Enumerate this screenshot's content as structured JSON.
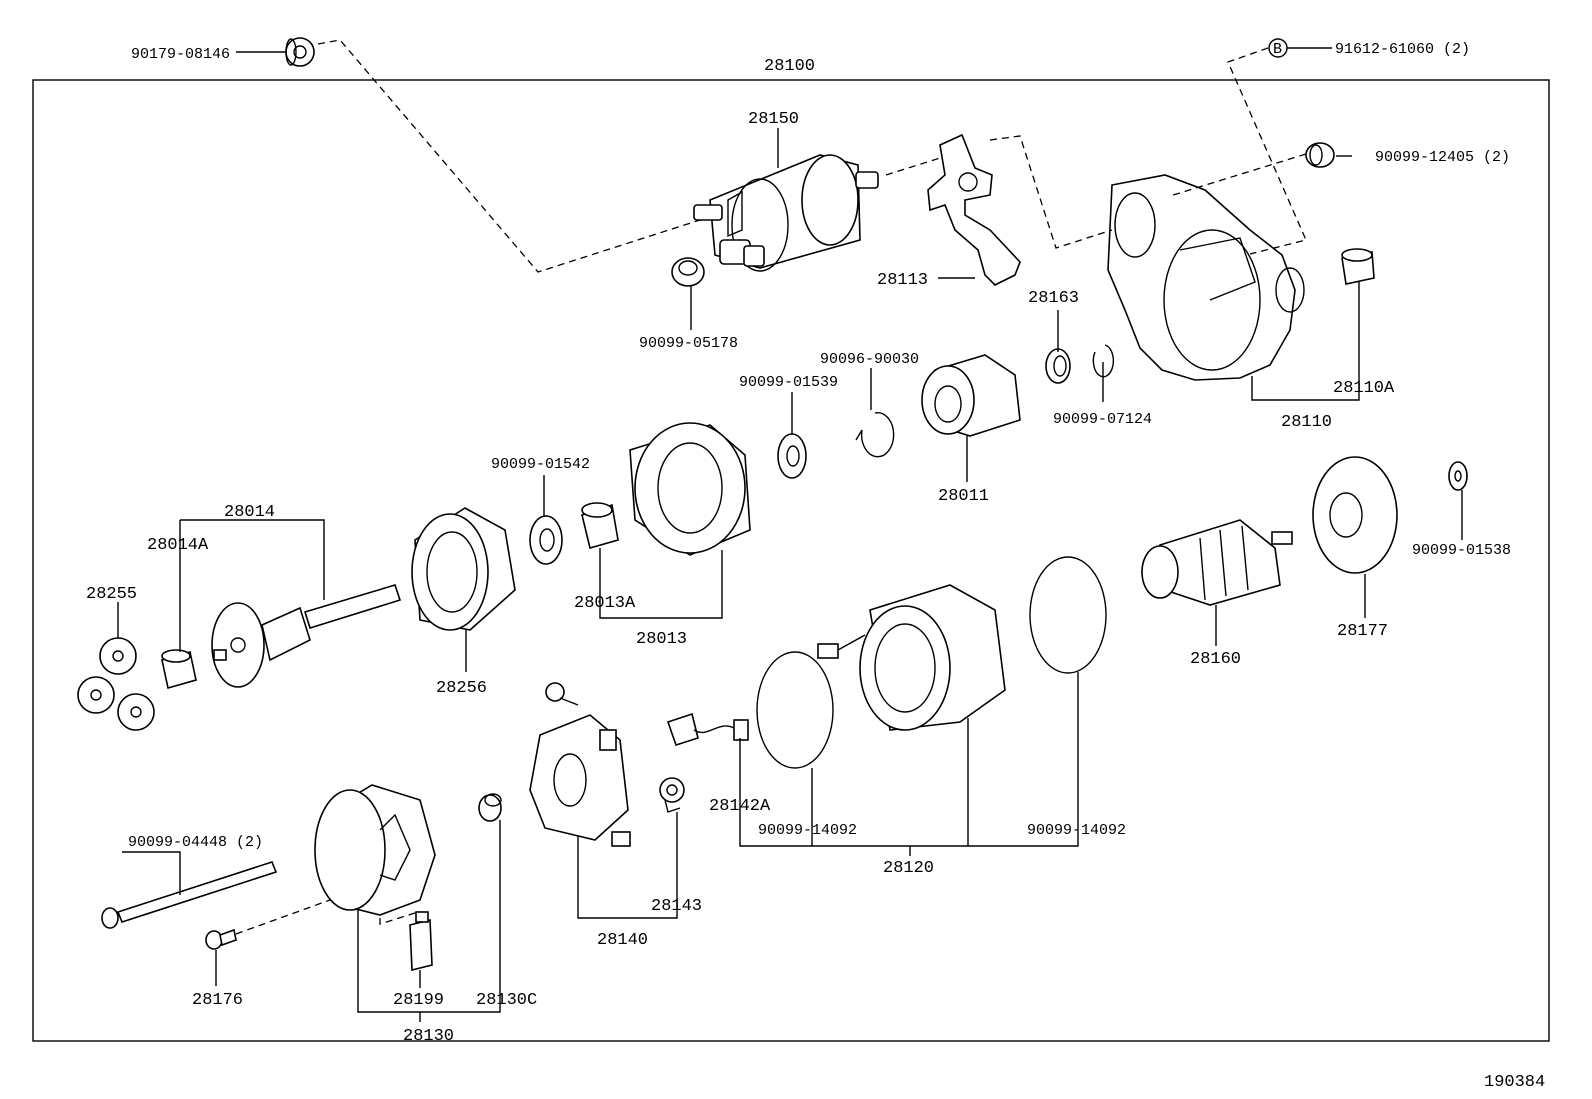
{
  "diagram_code": "190384",
  "assembly_label": "28100",
  "labels": {
    "p90179_08146": "90179-08146",
    "p28100": "28100",
    "pB_marker": "B",
    "p91612_61060": "91612-61060 (2)",
    "p28150": "28150",
    "p90099_12405": "90099-12405 (2)",
    "p28113": "28113",
    "p28163": "28163",
    "p90099_05178": "90099-05178",
    "p90096_90030": "90096-90030",
    "p90099_01539": "90099-01539",
    "p90099_07124": "90099-07124",
    "p28110A": "28110A",
    "p28110": "28110",
    "p90099_01542": "90099-01542",
    "p28011": "28011",
    "p28014": "28014",
    "p28014A": "28014A",
    "p90099_01538": "90099-01538",
    "p28255": "28255",
    "p28013A": "28013A",
    "p28013": "28013",
    "p28177": "28177",
    "p28160": "28160",
    "p28256": "28256",
    "p28142A": "28142A",
    "p90099_14092_a": "90099-14092",
    "p90099_14092_b": "90099-14092",
    "p90099_04448": "90099-04448 (2)",
    "p28120": "28120",
    "p28143": "28143",
    "p28140": "28140",
    "p28176": "28176",
    "p28199": "28199",
    "p28130C": "28130C",
    "p28130": "28130"
  },
  "colors": {
    "ink": "#000000",
    "paper": "#ffffff"
  }
}
